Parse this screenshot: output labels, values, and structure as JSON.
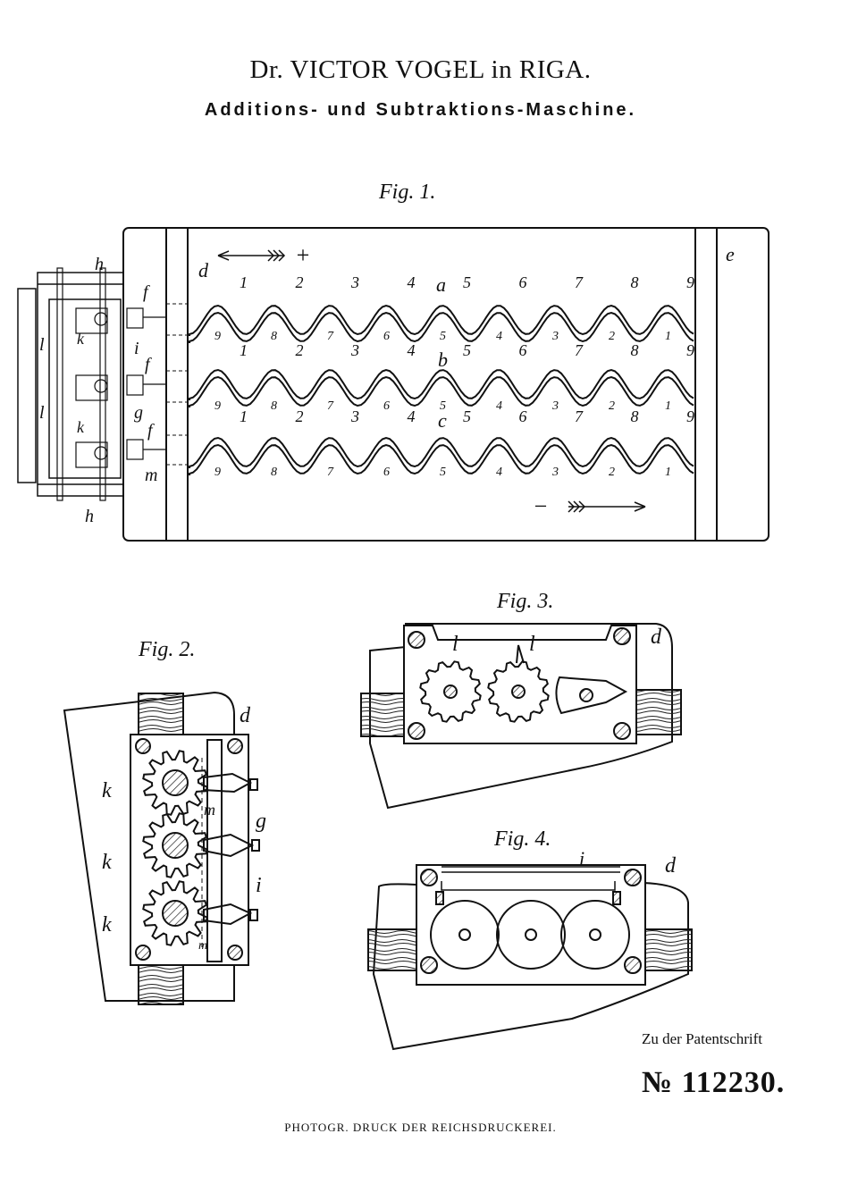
{
  "header": {
    "author": "Dr. VICTOR VOGEL in RIGA.",
    "title": "Additions- und Subtraktions-Maschine."
  },
  "figures": {
    "fig1": {
      "caption": "Fig. 1.",
      "plus": "+",
      "minus": "−",
      "row_top_numbers": [
        "1",
        "2",
        "3",
        "4",
        "5",
        "6",
        "7",
        "8",
        "9"
      ],
      "row_bottom_numbers": [
        "9",
        "8",
        "7",
        "6",
        "5",
        "4",
        "3",
        "2",
        "1"
      ],
      "labels": [
        "a",
        "b",
        "c",
        "d",
        "e",
        "f",
        "f",
        "f",
        "g",
        "h",
        "h",
        "i",
        "k",
        "k",
        "l",
        "l",
        "m"
      ]
    },
    "fig2": {
      "caption": "Fig. 2.",
      "labels": [
        "d",
        "k",
        "k",
        "k",
        "m",
        "g",
        "i",
        "m"
      ]
    },
    "fig3": {
      "caption": "Fig. 3.",
      "labels": [
        "d",
        "l",
        "l"
      ]
    },
    "fig4": {
      "caption": "Fig. 4.",
      "labels": [
        "d",
        "i"
      ]
    }
  },
  "footer": {
    "zu_der": "Zu der Patentschrift",
    "patent_number": "№ 112230.",
    "printer": "PHOTOGR. DRUCK DER REICHSDRUCKEREI."
  }
}
